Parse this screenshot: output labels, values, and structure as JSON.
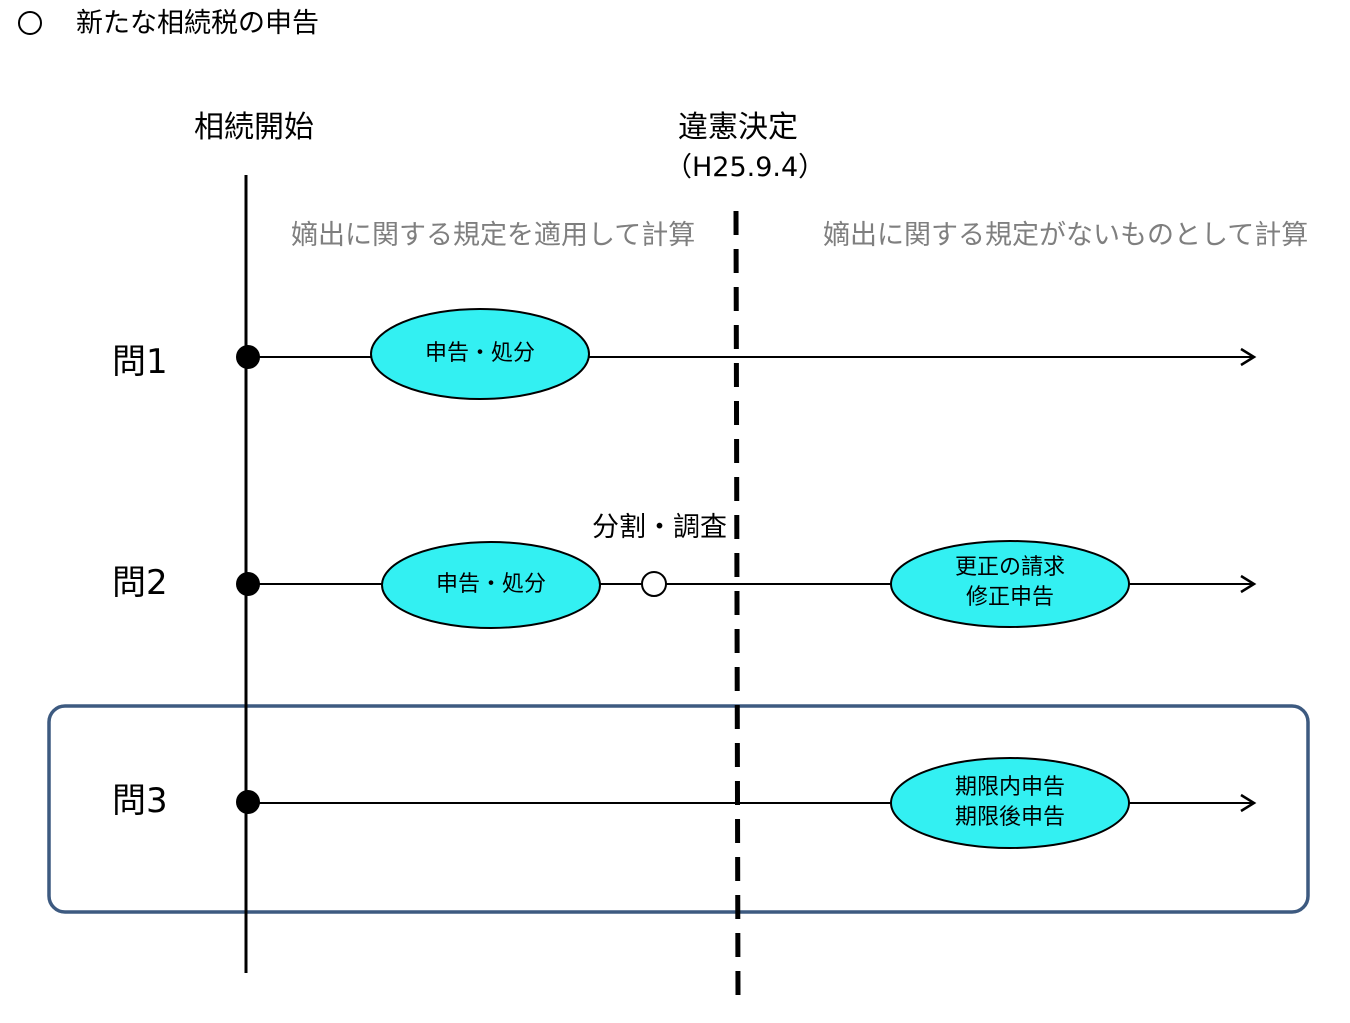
{
  "title": "新たな相続税の申告",
  "timeline": {
    "start_label": "相続開始",
    "decision_label": "違憲決定",
    "decision_date": "（H25.9.4）",
    "before_note": "嫡出に関する規定を適用して計算",
    "after_note": "嫡出に関する規定がないものとして計算"
  },
  "rows": [
    {
      "label": "問1",
      "events": [
        {
          "lines": [
            "申告・処分"
          ]
        }
      ]
    },
    {
      "label": "問2",
      "events": [
        {
          "lines": [
            "申告・処分"
          ]
        },
        {
          "lines": [
            "更正の請求",
            "修正申告"
          ]
        }
      ],
      "marker_label": "分割・調査"
    },
    {
      "label": "問3",
      "events": [
        {
          "lines": [
            "期限内申告",
            "期限後申告"
          ]
        }
      ]
    }
  ],
  "colors": {
    "ellipse_fill": "#33f0f2",
    "line": "#000000",
    "highlight_border": "#3d5a80",
    "note_text": "#7f7f7f"
  }
}
